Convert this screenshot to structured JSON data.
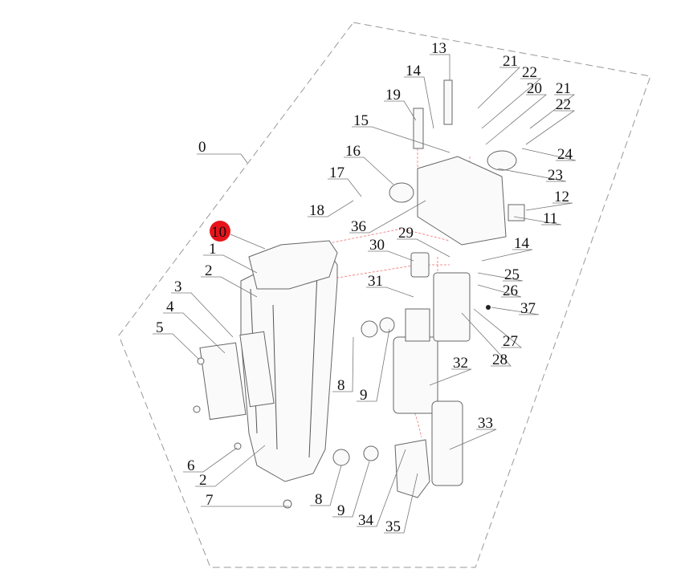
{
  "diagram": {
    "boundary_label": "0",
    "highlight_color": "#e8141b",
    "highlighted_label": "10",
    "labels": [
      "13",
      "14",
      "21",
      "22",
      "20",
      "21",
      "22",
      "19",
      "15",
      "16",
      "17",
      "24",
      "23",
      "12",
      "11",
      "18",
      "36",
      "29",
      "14",
      "30",
      "1",
      "2",
      "25",
      "31",
      "26",
      "3",
      "37",
      "4",
      "5",
      "27",
      "28",
      "8",
      "9",
      "32",
      "33",
      "6",
      "2",
      "7",
      "8",
      "9",
      "34",
      "35"
    ]
  }
}
